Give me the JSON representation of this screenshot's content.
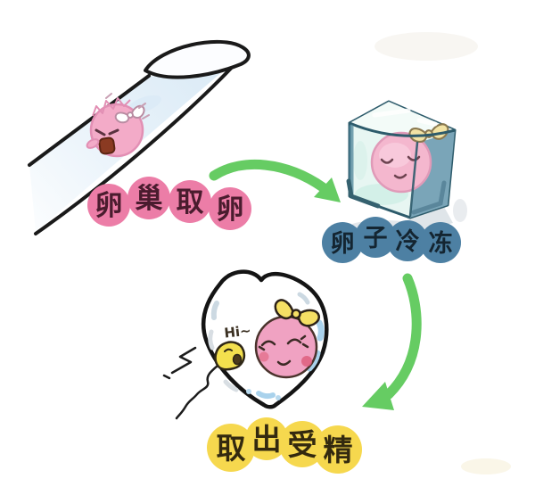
{
  "figure": {
    "background": "#ffffff",
    "steps": [
      {
        "id": "ovary-retrieval",
        "label": "卵巢取卵",
        "chars": [
          "卵",
          "巢",
          "取",
          "卵"
        ],
        "bubble_color": "#ec7da7",
        "text_color": "#4a1c2e"
      },
      {
        "id": "egg-freezing",
        "label": "卵子冷冻",
        "chars": [
          "卵",
          "子",
          "冷",
          "冻"
        ],
        "bubble_color": "#4d80a3",
        "text_color": "#142531"
      },
      {
        "id": "thaw-fertilize",
        "label": "取出受精",
        "chars": [
          "取",
          "出",
          "受",
          "精"
        ],
        "bubble_color": "#f6d84e",
        "text_color": "#33290f"
      }
    ],
    "speech": {
      "sperm_greeting": "Hi~"
    },
    "colors": {
      "arrow_green": "#66cc63",
      "egg_pink": "#f3abc8",
      "egg_pink_outline": "#e28fb4",
      "bow_yellow": "#f5df64",
      "ice_light": "#e7f6f2",
      "ice_shadow_face": "#7aa5b8",
      "ice_outline": "#2d5b6b",
      "line_black": "#1a1a1a"
    }
  }
}
